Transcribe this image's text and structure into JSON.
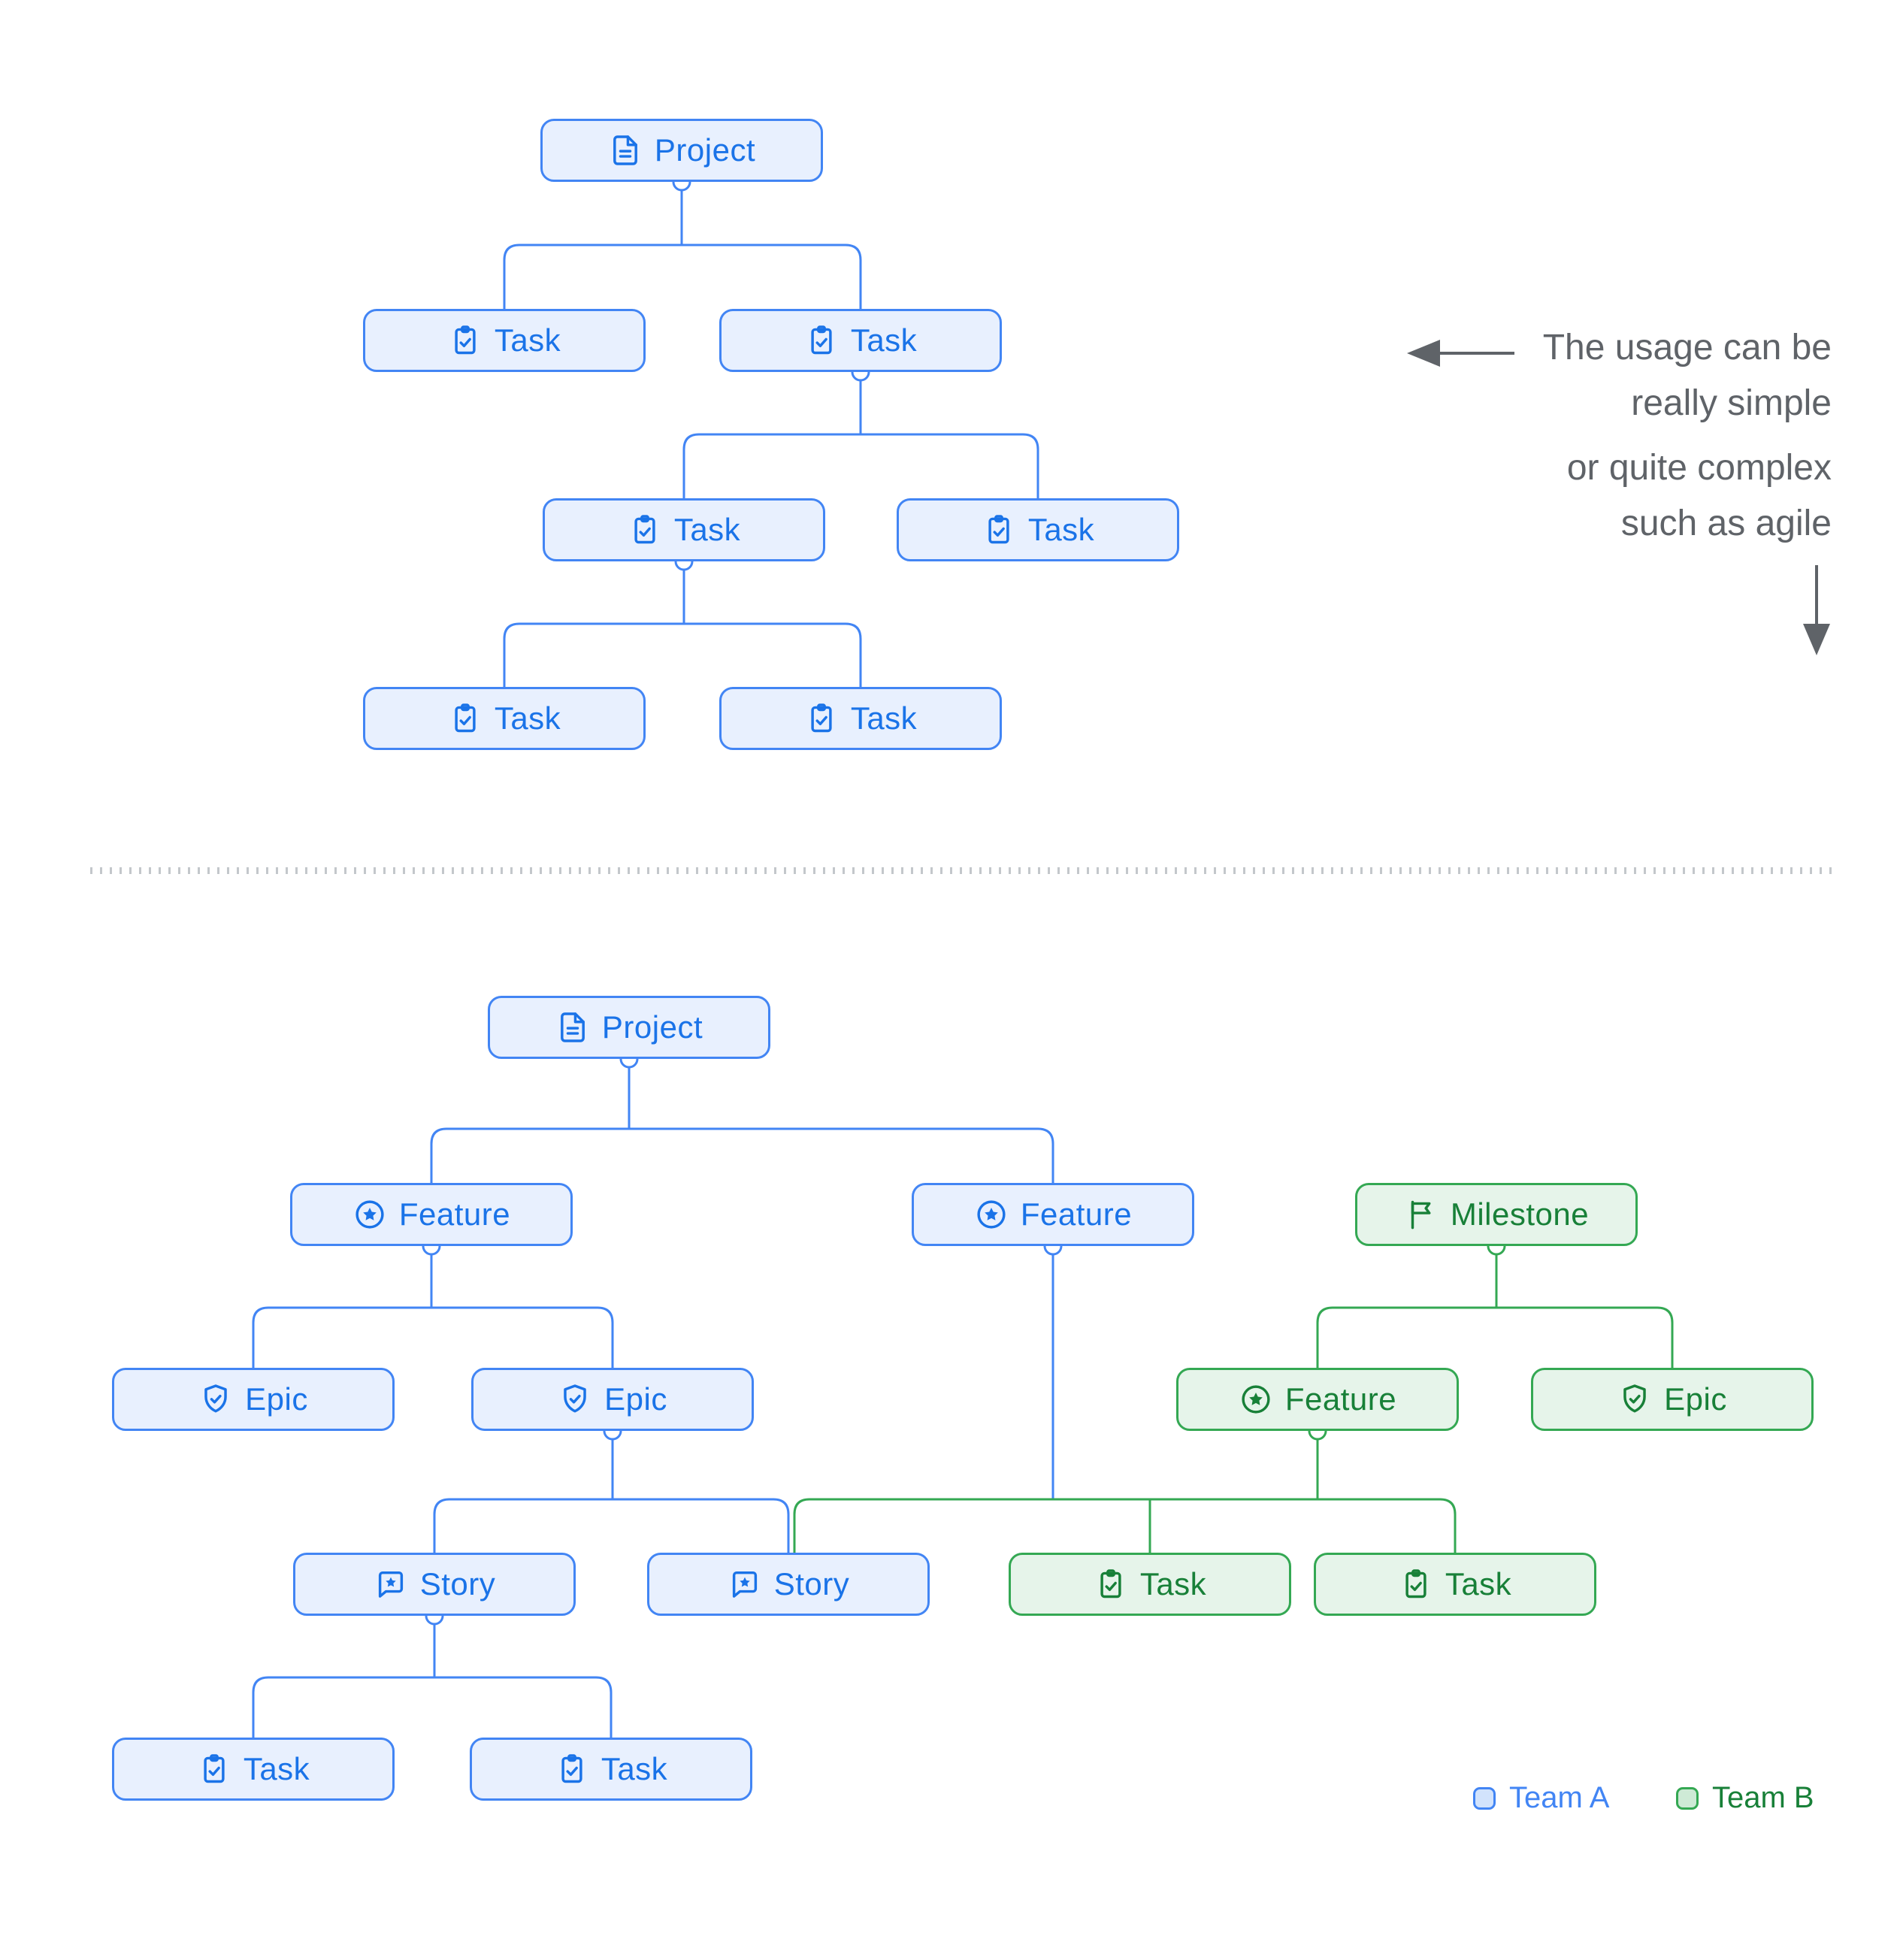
{
  "annotation": {
    "lines": [
      "The usage can be",
      "really simple",
      "or quite complex",
      "such as agile"
    ],
    "arrow_left": "points to the simple tree",
    "arrow_down": "points to the complex tree"
  },
  "legend": {
    "team_a_label": "Team A",
    "team_b_label": "Team B"
  },
  "colors": {
    "team_a_border": "#4285f4",
    "team_a_fill": "#e8f0fe",
    "team_a_text": "#1a73e8",
    "team_b_border": "#34a853",
    "team_b_fill": "#e6f4ea",
    "team_b_text": "#188038",
    "annotation_text": "#5f6368",
    "divider": "#c3c7cb"
  },
  "simple_tree": {
    "nodes": [
      {
        "label": "Project",
        "icon": "document-icon",
        "team": "A"
      },
      {
        "label": "Task",
        "icon": "task-icon",
        "team": "A"
      },
      {
        "label": "Task",
        "icon": "task-icon",
        "team": "A"
      },
      {
        "label": "Task",
        "icon": "task-icon",
        "team": "A"
      },
      {
        "label": "Task",
        "icon": "task-icon",
        "team": "A"
      },
      {
        "label": "Task",
        "icon": "task-icon",
        "team": "A"
      },
      {
        "label": "Task",
        "icon": "task-icon",
        "team": "A"
      }
    ],
    "edges": [
      {
        "parent": 0,
        "children": [
          1,
          2
        ]
      },
      {
        "parent": 2,
        "children": [
          3,
          4
        ]
      },
      {
        "parent": 3,
        "children": [
          5,
          6
        ]
      }
    ]
  },
  "agile_tree": {
    "nodes": [
      {
        "label": "Project",
        "icon": "document-icon",
        "team": "A"
      },
      {
        "label": "Feature",
        "icon": "feature-star-icon",
        "team": "A"
      },
      {
        "label": "Feature",
        "icon": "feature-star-icon",
        "team": "A"
      },
      {
        "label": "Milestone",
        "icon": "flag-icon",
        "team": "B"
      },
      {
        "label": "Epic",
        "icon": "shield-check-icon",
        "team": "A"
      },
      {
        "label": "Epic",
        "icon": "shield-check-icon",
        "team": "A"
      },
      {
        "label": "Feature",
        "icon": "feature-star-icon",
        "team": "B"
      },
      {
        "label": "Epic",
        "icon": "shield-check-icon",
        "team": "B"
      },
      {
        "label": "Story",
        "icon": "story-icon",
        "team": "A"
      },
      {
        "label": "Story",
        "icon": "story-icon",
        "team": "A"
      },
      {
        "label": "Task",
        "icon": "task-icon",
        "team": "B"
      },
      {
        "label": "Task",
        "icon": "task-icon",
        "team": "B"
      },
      {
        "label": "Task",
        "icon": "task-icon",
        "team": "A"
      },
      {
        "label": "Task",
        "icon": "task-icon",
        "team": "A"
      }
    ],
    "edges": [
      {
        "parent": 0,
        "children": [
          1,
          2
        ]
      },
      {
        "parent": 1,
        "children": [
          4,
          5
        ]
      },
      {
        "parent": 3,
        "children": [
          6,
          7
        ]
      },
      {
        "parent": 5,
        "children": [
          8,
          9
        ]
      },
      {
        "parent": 8,
        "children": [
          12,
          13
        ]
      },
      {
        "parents": [
          2,
          6
        ],
        "children": [
          9,
          10,
          11
        ]
      }
    ]
  }
}
